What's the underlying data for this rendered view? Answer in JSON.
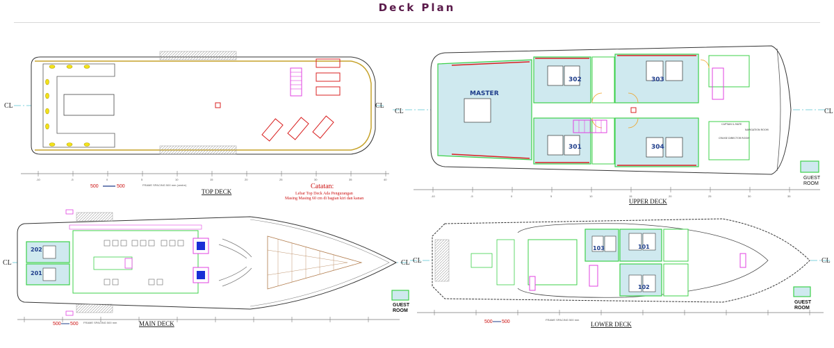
{
  "title": "Deck Plan",
  "centerline_label": "CL",
  "decks": {
    "top": {
      "label": "TOP DECK",
      "frame_spacing": "FRAME SPACING 500 mm (centre)",
      "scale": {
        "left": "500",
        "right": "500"
      },
      "note_title": "Catatan:",
      "note_lines": [
        "Lebar Top Deck Ada Pengurangan",
        "Masing Masing 60 cm di bagian kiri dan kanan"
      ]
    },
    "upper": {
      "label": "UPPER DECK",
      "rooms": [
        "MASTER",
        "302",
        "303",
        "301",
        "304"
      ],
      "small_labels": [
        "CAPTAIN & MATE",
        "CRUISE DIRECTOR ROOM",
        "NAVIGATION ROOM"
      ]
    },
    "main": {
      "label": "MAIN DECK",
      "frame_spacing": "FRAME SPACING 500 mm",
      "scale": {
        "left": "500",
        "right": "500"
      },
      "rooms": [
        "202",
        "201"
      ]
    },
    "lower": {
      "label": "LOWER DECK",
      "frame_spacing": "FRAME SPACING 500 mm",
      "scale": {
        "left": "500",
        "right": "500"
      },
      "rooms": [
        "103",
        "101",
        "102"
      ]
    }
  },
  "legend": {
    "line1": "GUEST",
    "line2": "ROOM"
  },
  "axis_ticks": [
    "-10",
    "-5",
    "0",
    "5",
    "10",
    "15",
    "20",
    "25",
    "30",
    "35",
    "40"
  ],
  "colors": {
    "title": "#5a1a4a",
    "guest_room_fill": "#cfe9ef",
    "green_outline": "#3cd04a",
    "red_annotation": "#d92020",
    "magenta": "#e040e0",
    "yellow": "#f2e21a",
    "centerline": "#7fd0dc"
  }
}
